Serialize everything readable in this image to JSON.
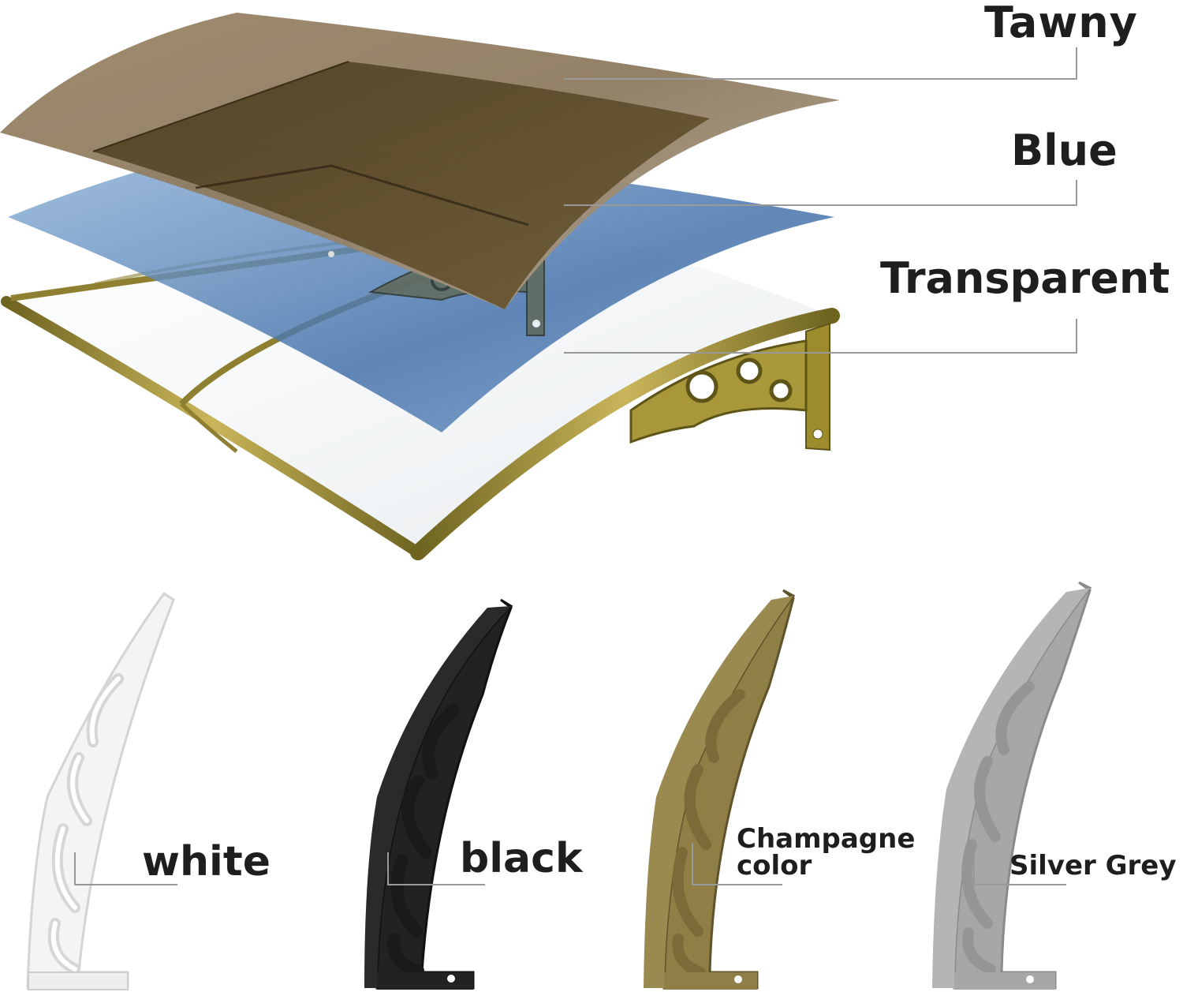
{
  "panels": {
    "tawny": {
      "label": "Tawny",
      "color": "#7b6547"
    },
    "blue": {
      "label": "Blue",
      "color": "#4f7bb4"
    },
    "transparent": {
      "label": "Transparent",
      "color": "#f4f6f7"
    }
  },
  "brackets": {
    "white": {
      "label": "white",
      "color": "#f3f3f3"
    },
    "black": {
      "label": "black",
      "color": "#1e1e1e"
    },
    "champagne_line1": "Champagne",
    "champagne_line2": "color",
    "champagne_color": "#8b7a45",
    "silver": {
      "label": "Silver Grey",
      "color": "#a9a9a9"
    }
  },
  "colors": {
    "frame_gold": "#9c8c2c",
    "leader_line": "#999999",
    "text": "#1e1e1e"
  }
}
